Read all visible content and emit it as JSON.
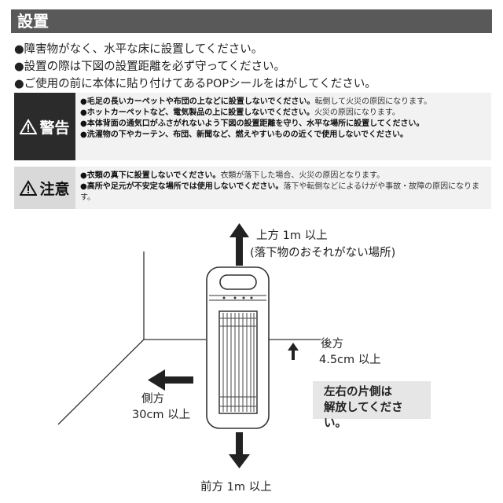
{
  "header": {
    "title": "設置"
  },
  "bullets": [
    "●障害物がなく、水平な床に設置してください。",
    "●設置の際は下図の設置距離を必ず守ってください。",
    "●ご使用の前に本体に貼り付けてあるPOPシールをはがしてください。"
  ],
  "warning": {
    "label": "警告",
    "items": [
      {
        "bold": "●毛足の長いカーペットや布団の上などに設置しないでください。",
        "rest": "転倒して火災の原因になります。"
      },
      {
        "bold": "●ホットカーペットなど、電気製品の上に設置しないでください。",
        "rest": "火災の原因になります。"
      },
      {
        "bold": "●本体背面の通気口がふさがれないよう下図の設置距離を守り、水平な場所に設置してください。",
        "rest": ""
      },
      {
        "bold": "●洗濯物の下やカーテン、布団、新聞など、燃えやすいものの近くで使用しないでください。",
        "rest": ""
      }
    ]
  },
  "caution": {
    "label": "注意",
    "items": [
      {
        "bold": "●衣類の真下に設置しないでください。",
        "rest": "衣類が落下した場合、火災の原因となります。"
      },
      {
        "bold": "●高所や足元が不安定な場所では使用しないでください。",
        "rest": "落下や転倒などによるけがや事故・故障の原因になります。"
      }
    ]
  },
  "diagram": {
    "top_line1": "上方 1m 以上",
    "top_line2": "(落下物のおそれがない場所)",
    "back_line1": "後方",
    "back_line2": "4.5cm 以上",
    "side_line1": "側方",
    "side_line2": "30cm 以上",
    "front": "前方 1m 以上",
    "note_line1": "左右の片側は",
    "note_line2": "解放してください。"
  }
}
